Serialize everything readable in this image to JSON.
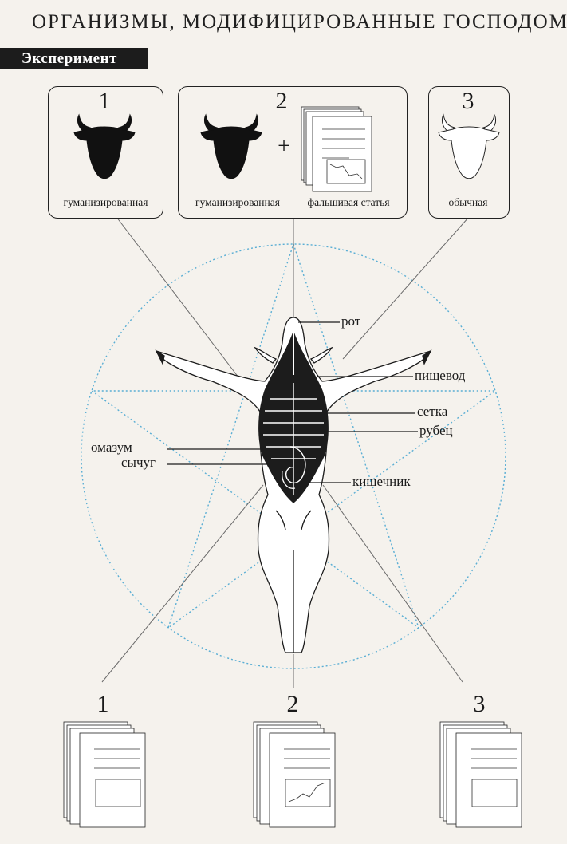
{
  "header": {
    "title": "ОРГАНИЗМЫ, МОДИФИЦИРОВАННЫЕ ГОСПОДОМ",
    "tag": "Эксперимент"
  },
  "experiment": {
    "groups": [
      {
        "number": "1",
        "caption": "гуманизированная"
      },
      {
        "number": "2",
        "caption": "гуманизированная",
        "caption_extra": "фальшивая статья",
        "plus": "+"
      },
      {
        "number": "3",
        "caption": "обычная"
      }
    ]
  },
  "anatomy": {
    "labels": {
      "mouth": "рот",
      "esophagus": "пищевод",
      "reticulum": "сетка",
      "rumen": "рубец",
      "omasum": "омазум",
      "abomasum": "сычуг",
      "intestine": "кишечник"
    }
  },
  "results": {
    "items": [
      {
        "number": "1"
      },
      {
        "number": "2"
      },
      {
        "number": "3"
      }
    ]
  },
  "colors": {
    "background": "#f5f2ed",
    "ink": "#1c1c1c",
    "pentagram": "#5aaed4"
  }
}
